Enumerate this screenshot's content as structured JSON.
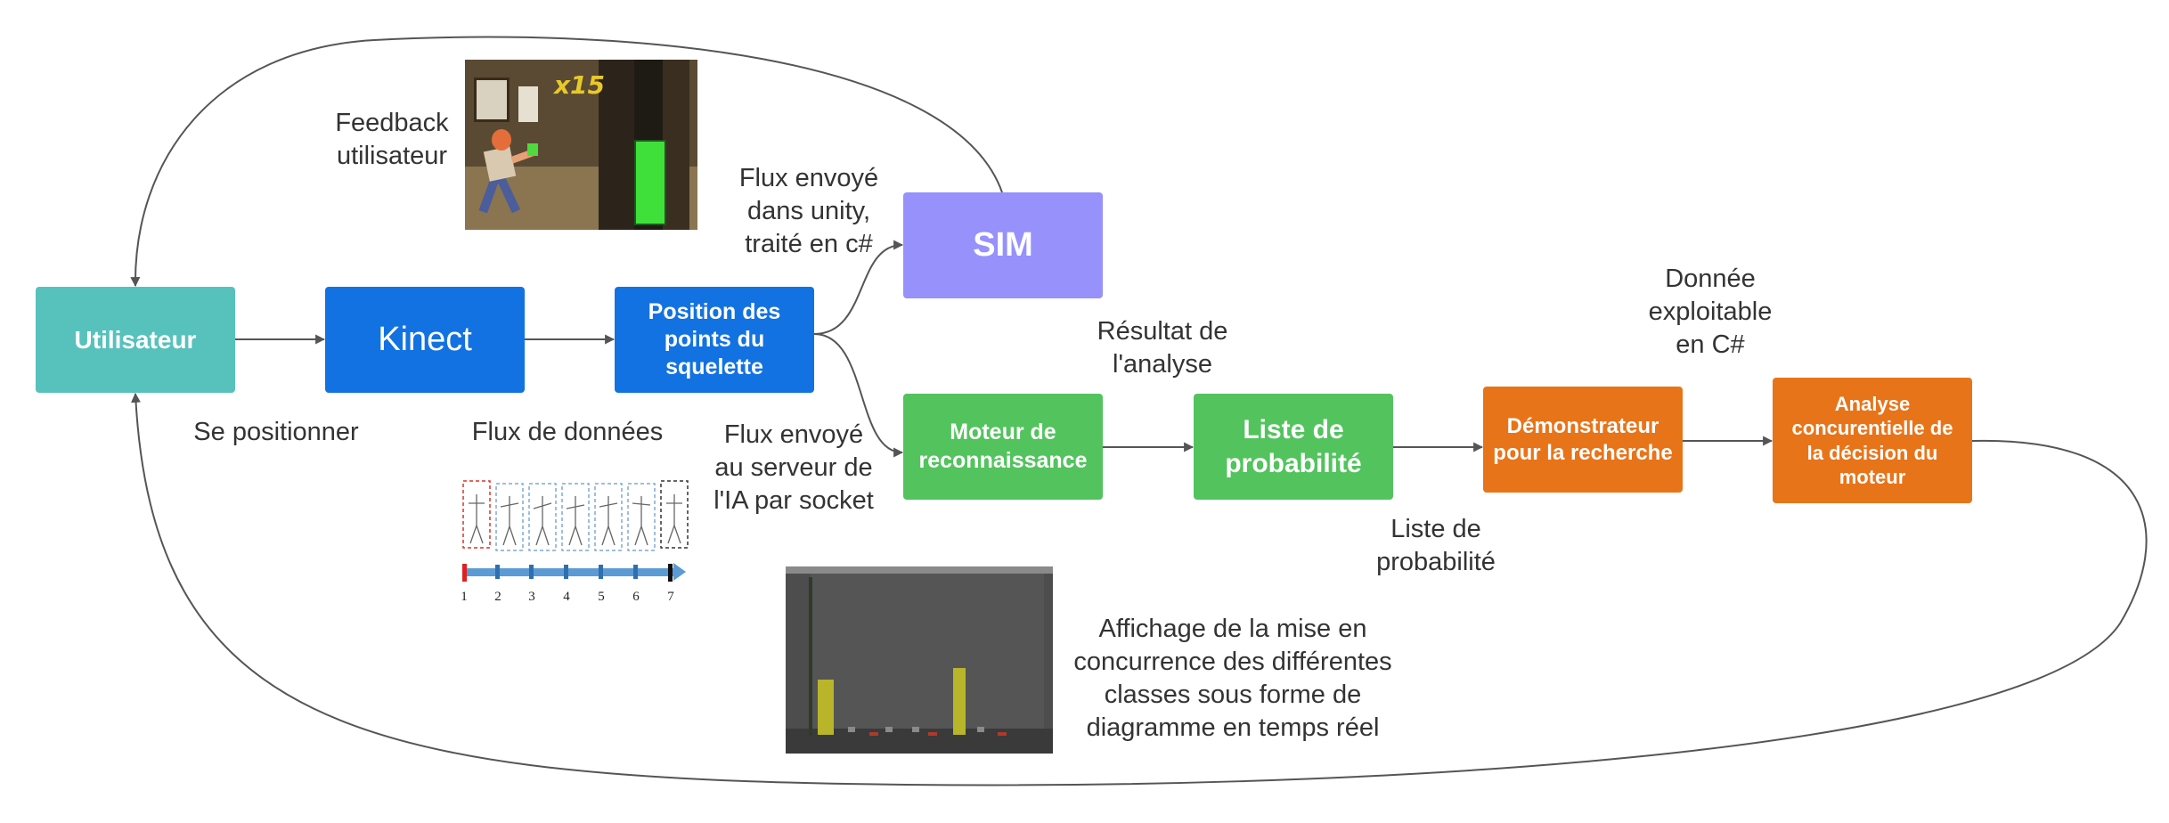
{
  "nodes": {
    "user": "Utilisateur",
    "kinect": "Kinect",
    "position": "Position des points du squelette",
    "sim": "SIM",
    "moteur": "Moteur de reconnaissance",
    "liste": "Liste de probabilité",
    "demo": "Démonstrateur pour la recherche",
    "analyse": "Analyse concurentielle de la décision du moteur"
  },
  "labels": {
    "feedback": "Feedback utilisateur",
    "flux_unity": "Flux envoyé dans unity, traité en c#",
    "se_positionner": "Se positionner",
    "flux_donnees": "Flux de données",
    "flux_ia": "Flux envoyé au serveur de l'IA par socket",
    "resultat": "Résultat de l'analyse",
    "liste_probabilite": "Liste de probabilité",
    "donnee_exploitable": "Donnée exploitable en C#",
    "affichage": "Affichage de la mise en concurrence des différentes classes sous forme de diagramme en temps réel"
  },
  "game_image": {
    "score_text": "x15"
  },
  "sequence": {
    "frame_numbers": [
      "1",
      "2",
      "3",
      "4",
      "5",
      "6",
      "7"
    ]
  },
  "colors": {
    "teal": "#57c1bc",
    "blue": "#1372e1",
    "purple": "#9691fb",
    "green": "#53c35e",
    "orange": "#e8741a",
    "edge": "#555555"
  }
}
